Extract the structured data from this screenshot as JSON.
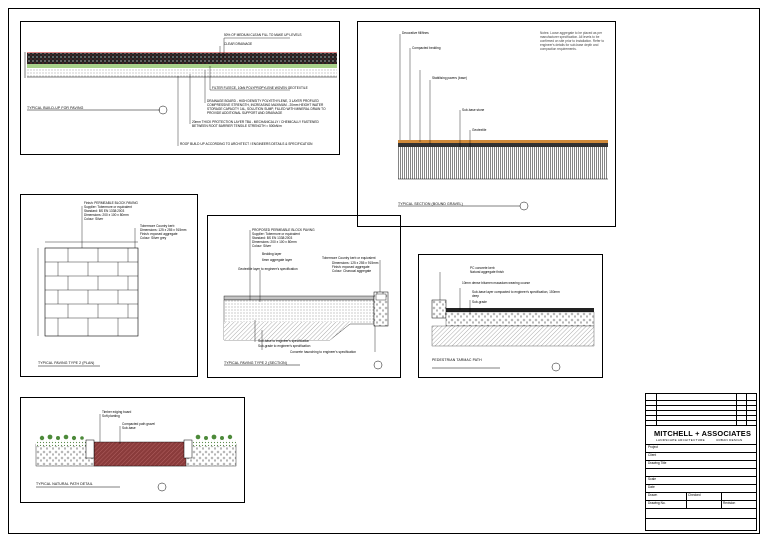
{
  "panels": {
    "p1": {
      "title": "TYPICAL BUILD-UP FOR PAVING",
      "callouts": [
        "50% OF MEDIUM CLEAN FILL TO MAKE UP LEVELS",
        "CLEAR DRAINAGE",
        "FILTER FLEECE, 10kN POLYPROPYLENE WOVEN GEOTEXTILE",
        "DRAINAGE BOARD - HIGH DENSITY POLYETHYLENE, 3 LAYER PROFILED COMPRESSIVE STRENGTH, INCREASING MAXIMUM - 20mm HEIGHT WATER STORAGE CAPACITY 14L, SOLUTION SUMP, FILLED WITH MINERAL DRAIN TO PROVIDE ADDITIONAL SUPPORT AND DRAINAGE",
        "20mm THICK PROTECTION LAYER TBA - MECHANICALLY / CHEMICALLY FASTENED BETWEEN ROOT BARRIER TENSILE STRENGTH = 500kN/m",
        "ROOF BUILD UP ACCORDING TO ARCHITECT / ENGINEERS DETAILS & SPECIFICATION"
      ]
    },
    "p2": {
      "title": "TYPICAL SECTION (BOUND GRAVEL)",
      "callouts": [
        "Decorative fill/fines",
        "Compacted bedding",
        "Stabilising pavers (base)",
        "Sub-base stone",
        "Geotextile"
      ],
      "notes": "Notes: Loose aggregate to be placed as per manufacturer specification. All levels to be confirmed on site prior to installation. Refer to engineer's details for sub-base depth and compaction requirements."
    },
    "p3": {
      "title": "TYPICAL PAVING TYPE 2 (PLAN)",
      "callouts": [
        "Finish: PERMEABLE BLOCK PAVING",
        "Supplier: Tobermore or equivalent",
        "Standard: BS EN 1338:2003",
        "Dimensions: 200 x 100 x 80mm",
        "Colour: Silver",
        "Tobermore Country kerb",
        "Dimensions: 125 x 255 x 915mm",
        "Finish: exposed aggregate",
        "Colour: Silver grey"
      ]
    },
    "p4": {
      "title": "TYPICAL PAVING TYPE 2 (SECTION)",
      "callouts": [
        "PROPOSED PERMEABLE BLOCK PAVING",
        "Supplier: Tobermore or equivalent",
        "Standard: BS EN 1338:2003",
        "Dimensions: 200 x 100 x 80mm",
        "Colour: Silver",
        "Bedding layer",
        "6mm aggregate layer",
        "Geotextile layer to engineer's specification",
        "Tobermore Country kerb or equivalent",
        "Dimensions: 125 x 255 x 915mm",
        "Finish: exposed aggregate",
        "Colour: Charcoal aggregate",
        "Sub-base to engineer's specification",
        "Sub-grade to engineer's specification",
        "Concrete haunching to engineer's specification"
      ]
    },
    "p5": {
      "title": "PEDESTRIAN TARMAC PATH",
      "callouts": [
        "PC concrete kerb",
        "Natural aggregate finish",
        "10mm dense bitumen macadam wearing course",
        "Sub-base layer compacted to engineer's specification, 150mm deep",
        "Sub-grade"
      ]
    },
    "p6": {
      "title": "TYPICAL NATURAL PATH DETAIL",
      "callouts": [
        "Timber edging board",
        "Soft planting",
        "Compacted path gravel",
        "Sub-base"
      ]
    }
  },
  "titleblock": {
    "company": "MITCHELL + ASSOCIATES",
    "sub_left": "LANDSCAPE ARCHITECTURE",
    "sub_right": "URBAN DESIGN",
    "rows": [
      "Project",
      "Client",
      "Drawing Title",
      "Scale",
      "Date",
      "Drawn",
      "Checked",
      "Drawing No.",
      "Revision"
    ],
    "drawing_no": "",
    "revision": ""
  }
}
